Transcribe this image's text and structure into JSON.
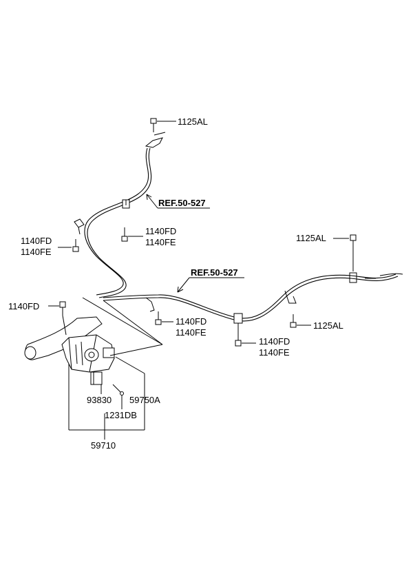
{
  "labels": {
    "bolt_top": "1125AL",
    "ref_upper": "REF.50-527",
    "left_bolt_fd": "1140FD",
    "left_bolt_fe": "1140FE",
    "mid_bolt_fd": "1140FD",
    "mid_bolt_fe": "1140FE",
    "right_bolt_top": "1125AL",
    "ref_lower": "REF.50-527",
    "pedal_bolt": "1140FD",
    "center_bolt_fd": "1140FD",
    "center_bolt_fe": "1140FE",
    "right_bolt_low": "1125AL",
    "right_low_fd": "1140FD",
    "right_low_fe": "1140FE",
    "part_93830": "93830",
    "part_59750a": "59750A",
    "part_1231db": "1231DB",
    "part_59710": "59710"
  }
}
